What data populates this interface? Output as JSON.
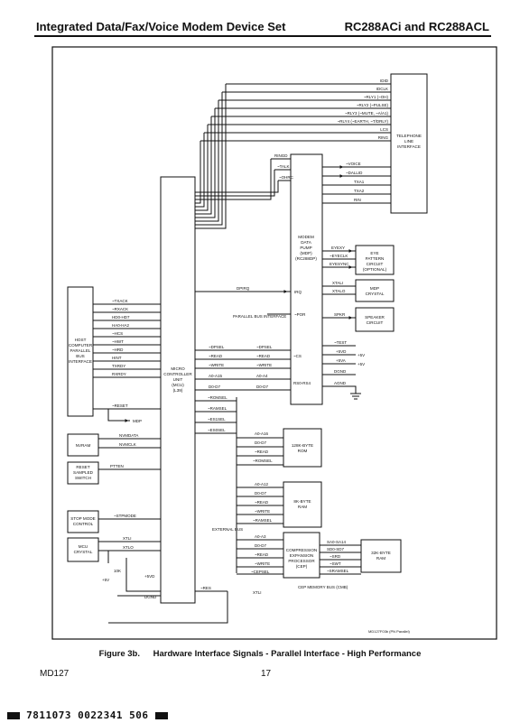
{
  "header": {
    "left_title": "Integrated Data/Fax/Voice Modem Device Set",
    "right_title": "RC288ACi and RC288ACL"
  },
  "blocks": {
    "tli": [
      "TELEPHONE",
      "LINE",
      "INTERFACE"
    ],
    "mdp": [
      "MODEM",
      "DATA",
      "PUMP",
      "(MDP)",
      "(RC288DP)"
    ],
    "mcu": [
      "MICRO",
      "CONTROLLER",
      "UNIT",
      "(MCU)",
      "(L39)"
    ],
    "host": [
      "HOST",
      "COMPUTER",
      "PARALLEL",
      "BUS",
      "INTERFACE"
    ],
    "eye": [
      "EYE",
      "PATTERN",
      "CIRCUIT",
      "(OPTIONAL)"
    ],
    "mdp_crystal": [
      "MDP",
      "CRYSTAL"
    ],
    "speaker": [
      "SPEAKER",
      "CIRCUIT"
    ],
    "nvram": [
      "NVRAM"
    ],
    "reset_switch": [
      "RESET",
      "SAMPLED",
      "SWITCH"
    ],
    "stop_mode": [
      "STOP MODE",
      "CONTROL"
    ],
    "mcu_crystal": [
      "MCU",
      "CRYSTAL"
    ],
    "rom": [
      "128K-BYTE",
      "ROM"
    ],
    "ram8": [
      "8K-BYTE",
      "RAM"
    ],
    "cep": [
      "COMPRESSION",
      "EXPANSION",
      "PROCESSOR",
      "(CEP)"
    ],
    "ram32": [
      "32K-BYTE",
      "RAM"
    ]
  },
  "signals": {
    "tli_inputs": [
      "IDID",
      "IDCLK",
      "~RLY1 (~OH)",
      "~RLY2 (~PULSE)",
      "~RLY3 (~MUTE, ~A/A1)",
      "~RLY4 (~EARTH, ~T/DRLY)",
      "LCS",
      "RING"
    ],
    "mdp_tli_left": [
      "RINGD",
      "~TALK",
      "~OHRC"
    ],
    "mdp_tli_right": [
      "~VOICE",
      "~DALLID",
      "TXA1",
      "TXA2",
      "RIN"
    ],
    "eye": [
      "EYEXY",
      "~EYECLK",
      "EYESYNC"
    ],
    "mdp_xtal": [
      "XTALI",
      "XTALO"
    ],
    "spkr": "SPKR",
    "dpirq": "DPIRQ",
    "irq": "IRQ",
    "parallel_bus_interface": "PARALLEL BUS INTERFACE",
    "por": "~POR",
    "host_signals": [
      "~TXACK",
      "~RXACK",
      "HD0-HD7",
      "HA0-HA2",
      "~HCS",
      "~HWT",
      "~HRD",
      "HINT",
      "TXRDY",
      "RXRDY"
    ],
    "mcu_mdp_left": [
      "~DPSEL",
      "~READ",
      "~WRITE",
      "A0-A15",
      "D0-D7",
      "~ROMSEL",
      "~RAMSEL",
      "~ES1SEL",
      "~ES0SEL"
    ],
    "mcu_mdp_right": [
      "~DPSEL",
      "~READ",
      "~WRITE",
      "A0-A4",
      "D0-D7"
    ],
    "mdp_pins": [
      "~CS",
      "RS0-RS4"
    ],
    "power_labels": [
      "~TEST",
      "+5VD",
      "+5VA",
      "DGND",
      "AGND"
    ],
    "power_right": [
      "+5V",
      "+5V"
    ],
    "reset": "~RESET",
    "mdp_short": "MDP",
    "nvram_signals": [
      "NVMDATA",
      "NVMCLK"
    ],
    "ptten": "PTTEN",
    "stpmode": "~STPMODE",
    "xtli": "XTLI",
    "xtlo": "XTLO",
    "res10k": "10K",
    "plus5v": "+5V",
    "plus5vd": "+5VD",
    "dgnd": "DGND",
    "res": "~RES",
    "xtli2": "XTLI",
    "rom_bus": [
      "A0-A16",
      "D0-D7",
      "~READ",
      "~ROMSEL"
    ],
    "ram8_bus": [
      "A0-A12",
      "D0-D7",
      "~READ",
      "~WRITE",
      "~RAMSEL"
    ],
    "external_bus": "EXTERNAL BUS",
    "cep_bus": [
      "A0-A3",
      "D0-D7",
      "~READ",
      "~WRITE",
      "~CEPSEL"
    ],
    "cep_right": [
      "SA0-SA14",
      "SD0-SD7",
      "~SRD",
      "~SWT",
      "~SRAMSEL"
    ],
    "cep_memory_bus": "CEP MEMORY BUS (CMB)",
    "drawing_id": "MD127F03b (PN Parallel)"
  },
  "caption": {
    "label": "Figure 3b.",
    "text": "Hardware Interface Signals - Parallel Interface - High Performance"
  },
  "footer": {
    "doc": "MD127",
    "page": "17"
  },
  "barcode": "7811073 0022341 506"
}
